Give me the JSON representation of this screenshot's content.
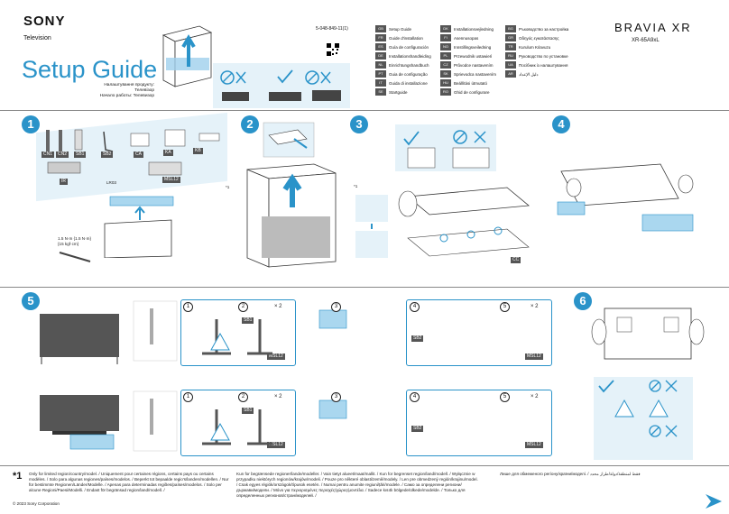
{
  "header": {
    "brand": "SONY",
    "product_type": "Television",
    "doc_number": "5-048-849-11(1)",
    "title": "Setup Guide",
    "subtitle_lines": [
      "Налаштування продукту: Телевізор",
      "Начало работы: Телевизор"
    ],
    "series": "BRAVIA XR",
    "model": "XR-65A9xL"
  },
  "languages": [
    {
      "code": "GB",
      "name": "Setup Guide"
    },
    {
      "code": "FR",
      "name": "Guide d'installation"
    },
    {
      "code": "ES",
      "name": "Guía de configuración"
    },
    {
      "code": "DE",
      "name": "Installationshandleiding"
    },
    {
      "code": "NL",
      "name": "Einrichtungshandbuch"
    },
    {
      "code": "PT",
      "name": "Guia de configuração"
    },
    {
      "code": "IT",
      "name": "Guida di installazione"
    },
    {
      "code": "SE",
      "name": "Startguide"
    },
    {
      "code": "DK",
      "name": "Installationsvejledning"
    },
    {
      "code": "FI",
      "name": "Asennusopas"
    },
    {
      "code": "NO",
      "name": "Innstillingsveiledning"
    },
    {
      "code": "PL",
      "name": "Przewodnik ustawień"
    },
    {
      "code": "CZ",
      "name": "Průvodce nastavením"
    },
    {
      "code": "SK",
      "name": "Sprievodca nastavením"
    },
    {
      "code": "HU",
      "name": "Beállítási útmutató"
    },
    {
      "code": "RO",
      "name": "Ghid de configurare"
    },
    {
      "code": "BG",
      "name": "Ръководство за настройка"
    },
    {
      "code": "GR",
      "name": "Οδηγός εγκατάστασης"
    },
    {
      "code": "TR",
      "name": "Kurulum Kılavuzu"
    },
    {
      "code": "RU",
      "name": "Руководство по установке"
    },
    {
      "code": "UA",
      "name": "Посібник із налаштування"
    },
    {
      "code": "AR",
      "name": "دليل الإعداد"
    }
  ],
  "steps": [
    "1",
    "2",
    "3",
    "4",
    "5",
    "6"
  ],
  "step1": {
    "parts": [
      "CN1",
      "CN2",
      "SB1",
      "SB2",
      "CA",
      "KA",
      "KB"
    ],
    "parts2": [
      "IR",
      "LR03",
      "MSL12"
    ],
    "footnote_mark": "*1",
    "torque": [
      "1.5 N·m {1.5 N·m}",
      "{15 kgf·cm}"
    ]
  },
  "step3": {
    "footnote_mark": "*1",
    "tag": "CC"
  },
  "step5": {
    "substeps": [
      "1",
      "2",
      "3",
      "4",
      "5"
    ],
    "tags": [
      "SB1",
      "SB2",
      "MSL12"
    ],
    "count": "× 2"
  },
  "footer": {
    "mark": "*1",
    "notes": [
      "Only for limited region/country/model. / Uniquement pour certaines régions, certains pays ou certains modèles. / Solo para algunas regiones/países/modelos. / Beperkt tot bepaalde regio's/landen/modellen. / Nur für bestimmte Regionen/Länder/Modelle. / Apenas para determinadas regiões/países/modelos. / Solo per alcune Regioni/Paesi/Modelli. / Endast för begränsad region/land/modell. /",
      "Kun for begrænsede regioner/lande/modeller. / Vain tietyt alueet/maat/mallit. / Kun for begrenset region/land/modell. / Wyłącznie w przypadku niektórych regionów/krajów/modeli. / Pouze pro některé oblasti/země/modely. / Len pre obmedzený región/krajinu/model. / Csak egyes régiók/országok/típusok esetén. / Numai pentru anumite regiuni/țări/modele. / Само за определени региони/държави/модели. / Μόνο για περιορισμένες περιοχές/χώρες/μοντέλα. / Sadece kısıtlı bölgede/ülkede/modelde. / Только для определенных регионов/стран/моделей. /",
      "Лише для обмеженого регіону/країни/моделі. / فقط لمنطقة/دولة/طراز محدد"
    ],
    "copyright": "© 2023 Sony Corporation"
  }
}
